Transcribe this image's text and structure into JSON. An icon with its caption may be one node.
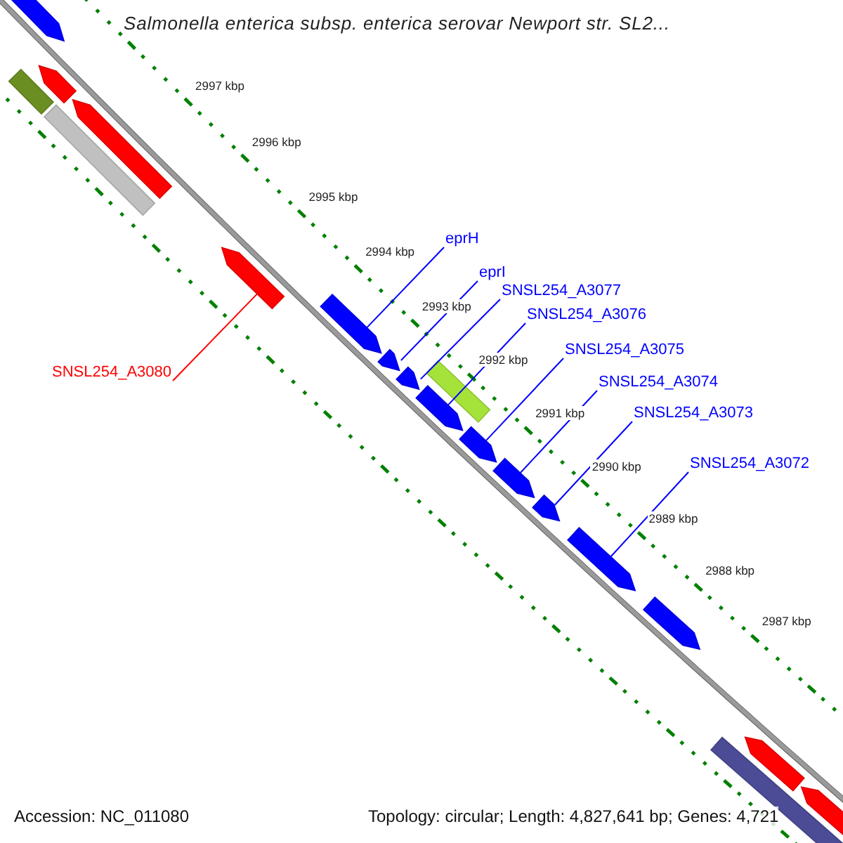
{
  "diagram": {
    "title": "Salmonella enterica subsp. enterica serovar Newport str. SL2...",
    "nodes": [
      {
        "text": [
          "eprH"
        ]
      },
      {
        "text": [
          "eprI"
        ]
      },
      {
        "text": [
          "SNSL254_A3077"
        ]
      },
      {
        "text": [
          "SNSL254_A3076"
        ]
      },
      {
        "text": [
          "SNSL254_A3075"
        ]
      },
      {
        "text": [
          "SNSL254_A3074"
        ]
      },
      {
        "text": [
          "SNSL254_A3073"
        ]
      },
      {
        "text": [
          "SNSL254_A3072"
        ]
      },
      {
        "text": [
          "SNSL254_A3080"
        ]
      },
      {
        "text": [],
        "shape": "arrow"
      },
      {
        "text": [],
        "shape": "box"
      },
      {
        "text": [],
        "shape": "arrow"
      },
      {
        "text": [],
        "shape": "box"
      },
      {
        "text": [],
        "shape": "arrow"
      },
      {
        "text": [],
        "shape": "arrow"
      },
      {
        "text": [],
        "shape": "arrow"
      },
      {
        "text": [],
        "shape": "arrow"
      },
      {
        "text": [],
        "shape": "arrow"
      },
      {
        "text": [],
        "shape": "arrow"
      },
      {
        "text": [],
        "shape": "box"
      },
      {
        "text": [],
        "shape": "arrow"
      },
      {
        "text": [],
        "shape": "arrow"
      },
      {
        "text": [],
        "shape": "arrow"
      },
      {
        "text": [],
        "shape": "arrow"
      },
      {
        "text": [],
        "shape": "arrow"
      },
      {
        "text": [],
        "shape": "arrow"
      },
      {
        "text": [],
        "shape": "box"
      },
      {
        "text": [],
        "shape": "arrow"
      }
    ],
    "edges": [
      {
        "from": 0,
        "to": 15,
        "arrow": "none"
      },
      {
        "from": 1,
        "to": 16,
        "arrow": "none"
      },
      {
        "from": 2,
        "to": 17,
        "arrow": "none"
      },
      {
        "from": 3,
        "to": 18,
        "arrow": "none"
      },
      {
        "from": 4,
        "to": 20,
        "arrow": "none"
      },
      {
        "from": 5,
        "to": 21,
        "arrow": "none"
      },
      {
        "from": 6,
        "to": 22,
        "arrow": "none"
      },
      {
        "from": 7,
        "to": 23,
        "arrow": "none"
      },
      {
        "from": 8,
        "to": 14,
        "arrow": "none",
        "color": "#ff0000"
      }
    ],
    "labels": [
      "2997 kbp",
      "2996 kbp",
      "2995 kbp",
      "2994 kbp",
      "2993 kbp",
      "2992 kbp",
      "2991 kbp",
      "2990 kbp",
      "2989 kbp",
      "2988 kbp",
      "2987 kbp",
      "Accession: NC_011080",
      "Topology: circular; Length: 4,827,641 bp; Genes: 4,721"
    ]
  }
}
